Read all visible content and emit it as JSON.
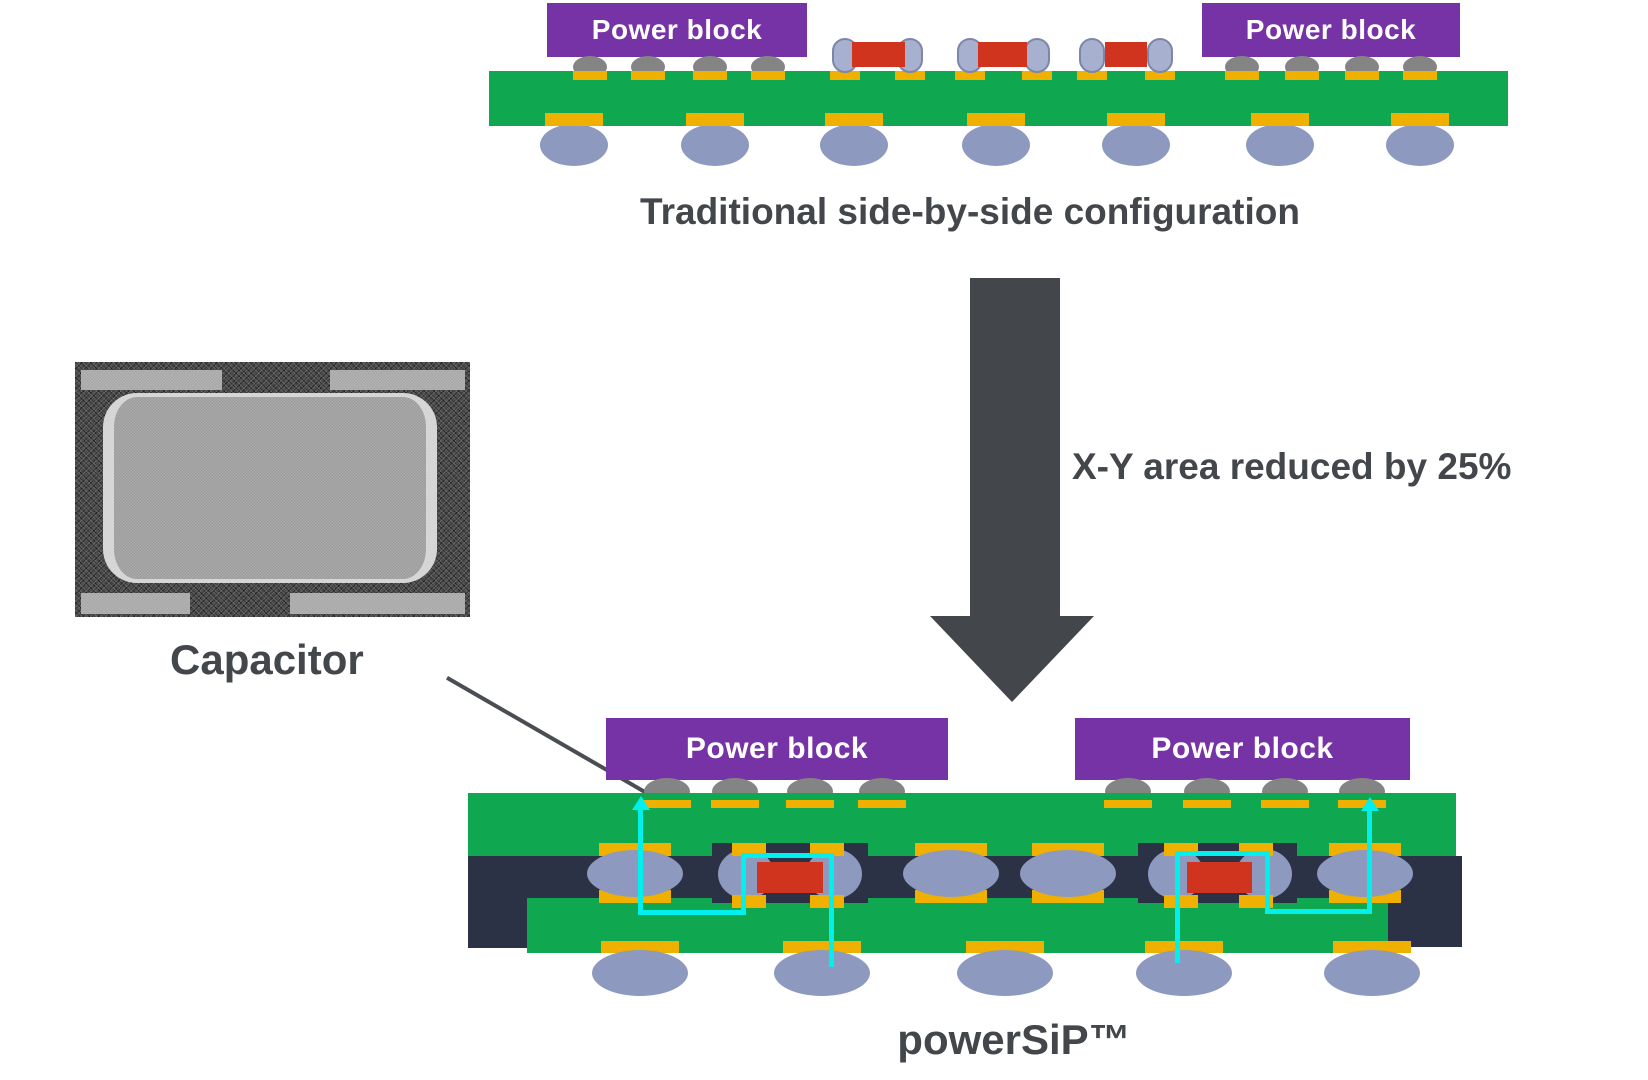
{
  "colors": {
    "green": "#0FA750",
    "yellow": "#EFB000",
    "purple": "#7633A5",
    "navy": "#2B3245",
    "red": "#D0341F",
    "ball": "#8D99BE",
    "bump": "#848484",
    "capend": "#A7B0CE",
    "capedge": "#7C86AA",
    "cyan": "#00F0EE",
    "dark": "#43464B",
    "leader": "#4A4D52",
    "photo-bg": "#313131",
    "photo-strip": "#A6A6A6",
    "photo-body": "#9B9B9B",
    "photo-fillet": "#D2D2D2"
  },
  "top_diagram": {
    "power_block_left": "Power block",
    "power_block_right": "Power block",
    "caption": "Traditional side-by-side configuration"
  },
  "transition": {
    "note": "X-Y area reduced by 25%",
    "arrow_icon": "down-arrow"
  },
  "inset": {
    "label": "Capacitor"
  },
  "bottom_diagram": {
    "power_block_left": "Power block",
    "power_block_right": "Power block",
    "caption": "powerSiP™"
  }
}
